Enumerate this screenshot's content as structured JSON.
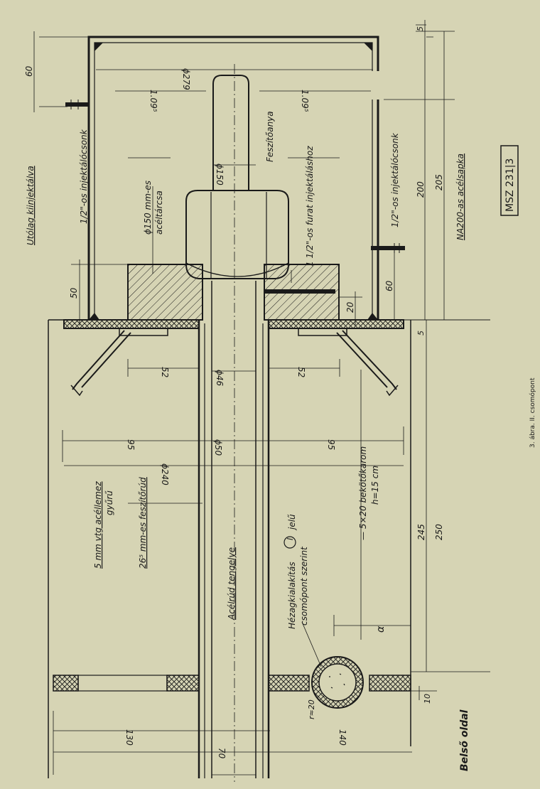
{
  "standard_code": "MSZ 231|3",
  "figure_caption": "3. ábra. II. csomópont",
  "labels": {
    "utolag_kiinjektalva": "Utólag kiinjektálva",
    "injektalocsonk_left": "1/2\"-os injektálócsonk",
    "injektalocsonk_right": "1/2\"-os injektálócsonk",
    "feszitoanya": "Feszítőanya",
    "furat_injektalashoz": "1 1/2\"-os furat injektáláshoz",
    "acel_tarcsa_line1": "ϕ150 mm-es",
    "acel_tarcsa_line2": "acéltárcsa",
    "acelsapka": "NA200-as acélsapka",
    "acelemez_line1": "5 mm vtg acéllemez",
    "acelemez_line2": "gyűrű",
    "feszitorud": "26⁵ mm-es feszítőrúd",
    "acelrud_tengelye": "Acélrúd tengelye",
    "bekotokarom_line1": "— 5×20 bekötőkarom",
    "bekotokarom_line2": "h=15 cm",
    "hezag_line1": "Hézagkialakítás",
    "hezag_circle": "I",
    "hezag_line1b": "jelű",
    "hezag_line2": "csomópont szerint",
    "belso_oldal": "Belső oldal"
  },
  "dimensions": {
    "d_60_top": "60",
    "d_5_top": "5",
    "d_60_bottom": "60",
    "d_5_mid": "5",
    "d_200": "200",
    "d_205": "205",
    "d_50": "50",
    "d_20": "20",
    "d_phi279": "ϕ279",
    "d_109_left": "1.09⁵",
    "d_109_right": "1.09⁵",
    "d_phi150": "ϕ150",
    "d_52_left": "52",
    "d_52_right": "52",
    "d_phi46": "ϕ46",
    "d_95_left": "95",
    "d_95_right": "95",
    "d_phi50": "ϕ50",
    "d_phi240": "ϕ240",
    "d_245": "245",
    "d_250": "250",
    "d_alpha": "α",
    "d_10": "10",
    "d_r20": "r≈20",
    "d_130": "130",
    "d_140": "140",
    "d_70": "70"
  }
}
